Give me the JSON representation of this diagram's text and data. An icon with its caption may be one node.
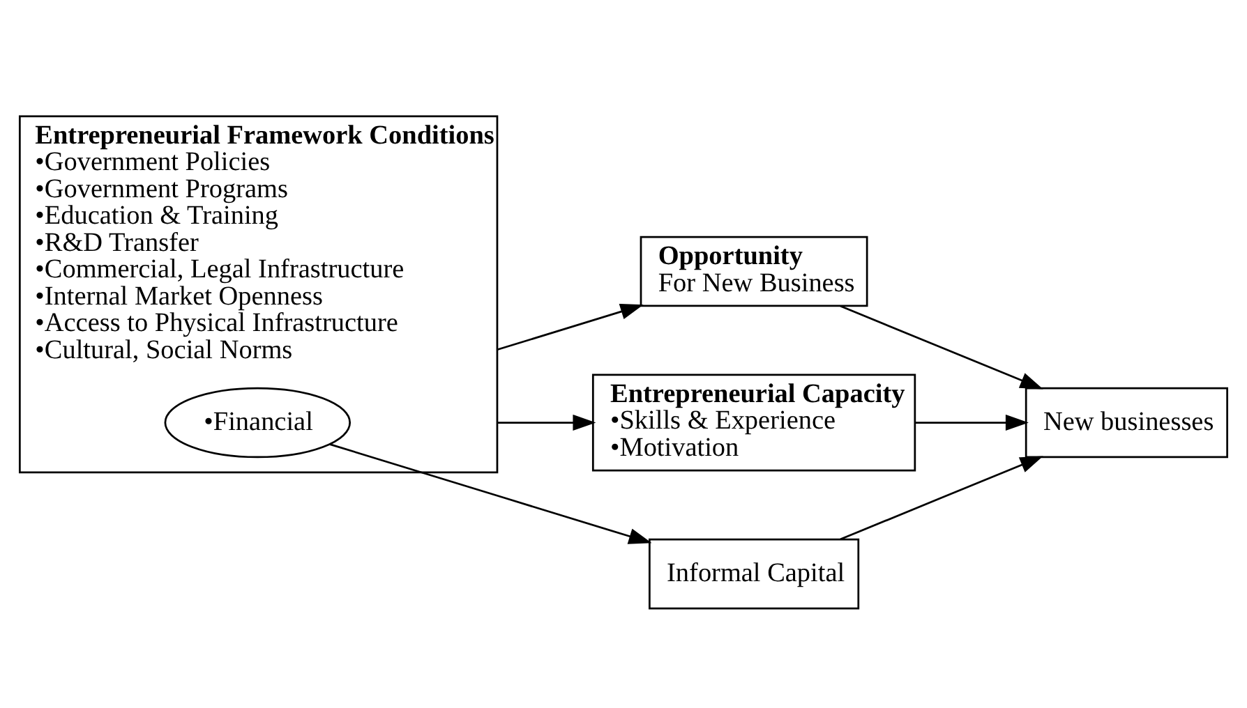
{
  "diagram": {
    "nodes": [
      {
        "text": [
          "Entrepreneurial Framework Conditions",
          "•Government Policies",
          "•Government Programs",
          "•Education & Training",
          "•R&D Transfer",
          "•Commercial, Legal Infrastructure",
          "•Internal Market Openness",
          "•Access to Physical Infrastructure",
          "•Cultural, Social Norms"
        ]
      },
      {
        "text": [
          "•Financial"
        ],
        "in": 0
      },
      {
        "text": [
          "Opportunity",
          "For New Business"
        ]
      },
      {
        "text": [
          "Entrepreneurial Capacity",
          "•Skills & Experience",
          "•Motivation"
        ]
      },
      {
        "text": [
          "New businesses"
        ]
      },
      {
        "text": [
          "Informal Capital"
        ]
      }
    ],
    "edges": [
      {
        "from": 0,
        "to": 2,
        "arrow": "to"
      },
      {
        "from": 0,
        "to": 3,
        "arrow": "to"
      },
      {
        "from": 2,
        "to": 4,
        "arrow": "to"
      },
      {
        "from": 3,
        "to": 4,
        "arrow": "to"
      },
      {
        "from": 1,
        "to": 5,
        "arrow": "to"
      },
      {
        "from": 5,
        "to": 4,
        "arrow": "to"
      }
    ]
  }
}
